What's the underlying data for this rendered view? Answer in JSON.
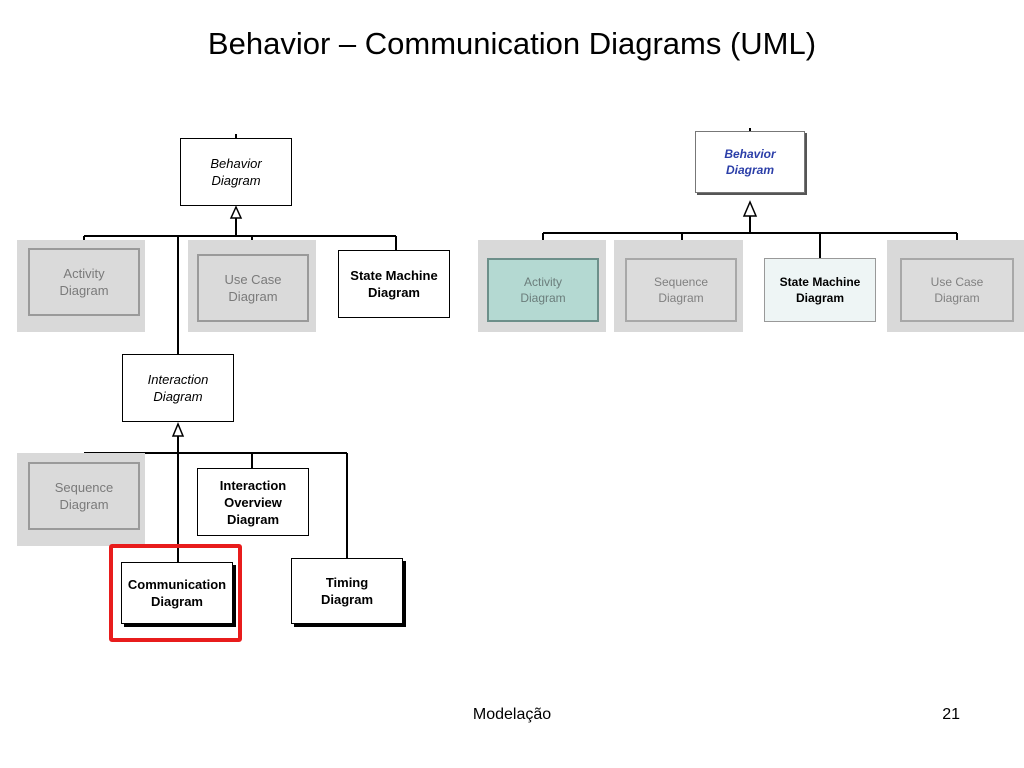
{
  "title": "Behavior – Communication Diagrams (UML)",
  "footer": {
    "center": "Modelação",
    "page": "21"
  },
  "left_diagram": {
    "behavior": "Behavior\nDiagram",
    "activity": "Activity\nDiagram",
    "use_case": "Use Case\nDiagram",
    "state_machine": "State Machine\nDiagram",
    "interaction": "Interaction\nDiagram",
    "sequence": "Sequence\nDiagram",
    "interaction_overview": "Interaction\nOverview\nDiagram",
    "communication": "Communication\nDiagram",
    "timing": "Timing\nDiagram"
  },
  "right_diagram": {
    "behavior": "Behavior\nDiagram",
    "activity": "Activity\nDiagram",
    "sequence": "Sequence\nDiagram",
    "state_machine": "State Machine\nDiagram",
    "use_case": "Use Case\nDiagram"
  },
  "colors": {
    "highlight": "#e81c1c",
    "gray_background": "#d9d9d9",
    "activity_fill": "#b4d9d2"
  }
}
